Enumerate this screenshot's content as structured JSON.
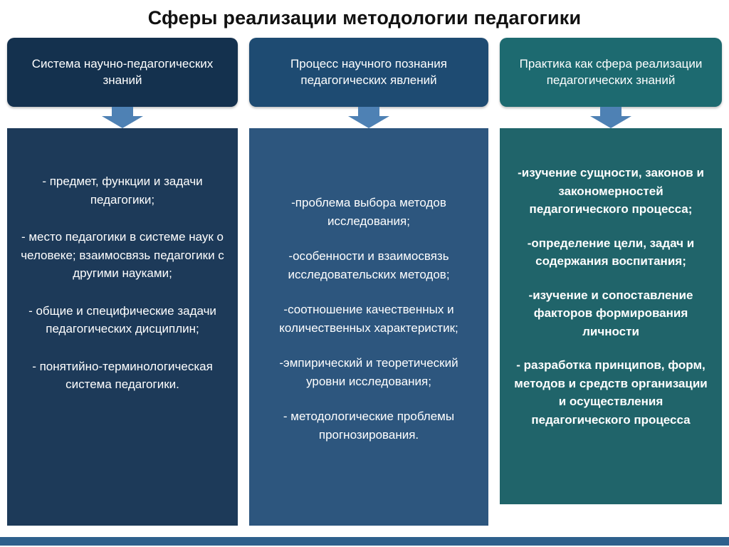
{
  "slide": {
    "title": "Сферы реализации методологии педагогики"
  },
  "columns": [
    {
      "header": "Система научно-педагогических знаний",
      "items": [
        "- предмет, функции и задачи педагогики;",
        "- место педагогики в системе наук о человеке; взаимосвязь педагогики с другими науками;",
        "- общие и специфические задачи педагогических дисциплин;",
        "- понятийно-терминологическая система педагогики."
      ]
    },
    {
      "header": "Процесс научного познания педагогических явлений",
      "items": [
        "-проблема выбора методов исследования;",
        "-особенности и взаимосвязь исследовательских методов;",
        "-соотношение качественных и количественных характеристик;",
        "-эмпирический и теоретический уровни исследования;",
        "- методологические проблемы прогнозирования."
      ]
    },
    {
      "header": "Практика как сфера реализации педагогических знаний",
      "items": [
        "-изучение сущности, законов и закономерностей педагогического процесса;",
        "-определение цели, задач и содержания воспитания;",
        "-изучение и сопоставление факторов формирования личности",
        "- разработка принципов, форм, методов и средств организации и осуществления педагогического процесса"
      ]
    }
  ],
  "colors": {
    "col1_header": "#14314e",
    "col1_body": "#1d3a59",
    "col2_header": "#1e4b72",
    "col2_body": "#2d567e",
    "col3_header": "#1d6a70",
    "col3_body": "#20646a",
    "arrow": "#4e81b4",
    "footer_bar": "#2e608c"
  }
}
